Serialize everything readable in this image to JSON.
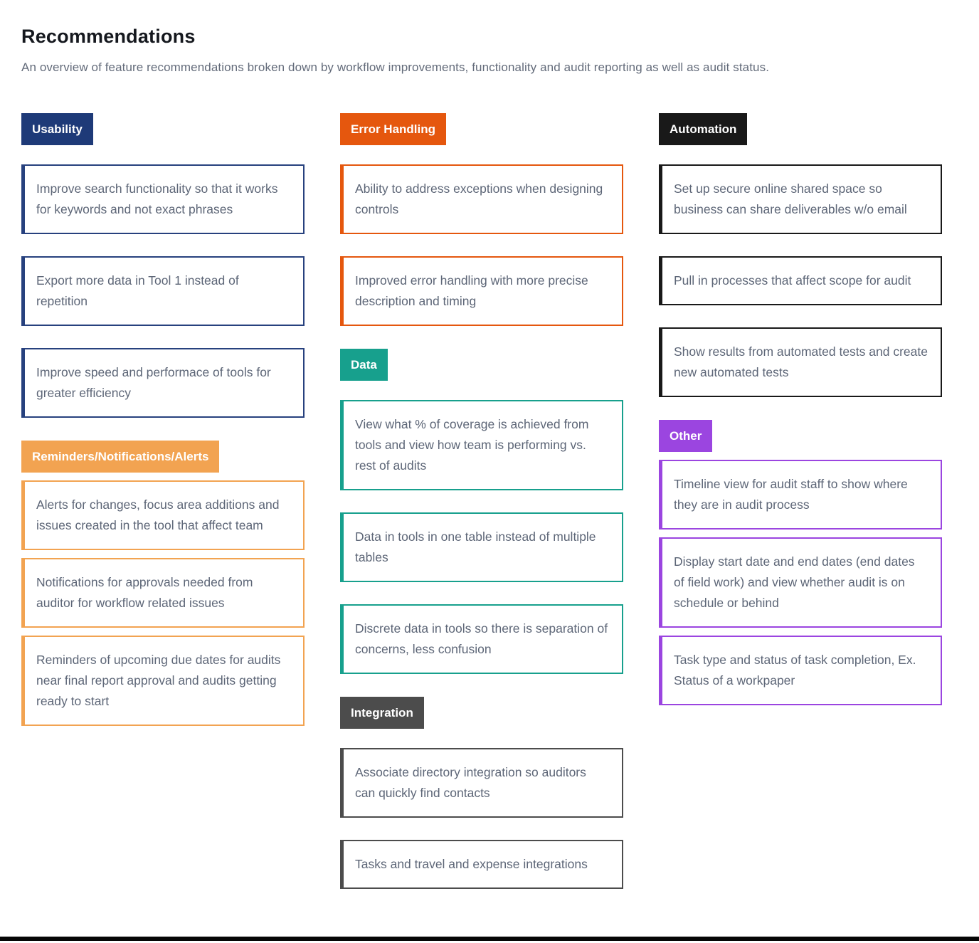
{
  "page": {
    "title": "Recommendations",
    "subtitle": "An overview of feature recommendations broken down by workflow improvements, functionality and audit reporting as well as audit status."
  },
  "colors": {
    "usability": "#1E3A78",
    "reminders": "#F2A351",
    "error_handling": "#E5570E",
    "data": "#17A08D",
    "integration": "#4C4C4C",
    "automation": "#191919",
    "other": "#9B45E0",
    "card_text": "#5D6677",
    "title_text": "#15181E",
    "subtitle_text": "#636B7A"
  },
  "sections": {
    "usability": {
      "badge": "Usability",
      "cards": [
        "Improve search functionality so that it works for keywords and not exact phrases",
        "Export more data  in Tool 1 instead of repetition",
        "Improve speed and performace of tools for greater efficiency"
      ]
    },
    "reminders": {
      "badge": "Reminders/Notifications/Alerts",
      "cards": [
        "Alerts for changes, focus area additions and issues created in the tool that affect team",
        "Notifications for approvals needed from auditor for workflow related issues",
        "Reminders of upcoming due dates for audits near final report approval and audits getting ready to start"
      ]
    },
    "error_handling": {
      "badge": "Error Handling",
      "cards": [
        "Ability to address exceptions when designing controls",
        "Improved error handling with more precise description and timing"
      ]
    },
    "data": {
      "badge": "Data",
      "cards": [
        "View what % of coverage is achieved from tools and view how team is performing vs. rest of audits",
        "Data in tools in one table instead of multiple tables",
        "Discrete data in tools so there is separation of concerns, less confusion"
      ]
    },
    "integration": {
      "badge": "Integration",
      "cards": [
        "Associate directory integration so auditors can quickly find contacts",
        "Tasks and travel and expense integrations"
      ]
    },
    "automation": {
      "badge": "Automation",
      "cards": [
        "Set up secure online shared space so business can share deliverables w/o email",
        "Pull in processes that affect scope for audit",
        "Show results from automated tests and create new automated tests"
      ]
    },
    "other": {
      "badge": "Other",
      "cards": [
        "Timeline view for audit staff to show where they are in audit process",
        "Display start date and end dates (end dates of field work) and view whether audit is on schedule or behind",
        "Task type and status of task completion, Ex. Status of a workpaper"
      ]
    }
  }
}
